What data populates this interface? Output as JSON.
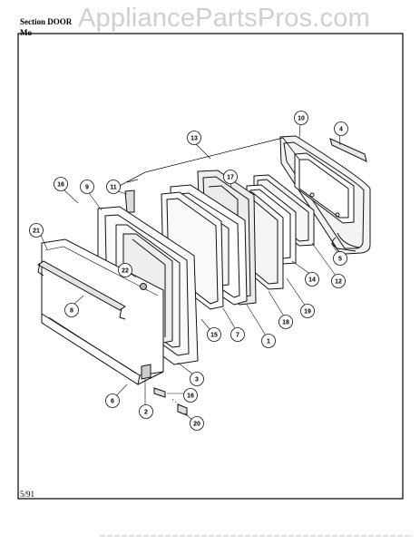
{
  "watermark": "AppliancePartsPros.com",
  "header": {
    "section_text": "Section   DOOR",
    "model_text": "Mo"
  },
  "footer": {
    "date": "5/91"
  },
  "callouts": [
    "1",
    "2",
    "3",
    "4",
    "5",
    "6",
    "7",
    "8",
    "9",
    "10",
    "11",
    "12",
    "13",
    "14",
    "15",
    "16",
    "16",
    "17",
    "18",
    "19",
    "20",
    "21",
    "22"
  ]
}
